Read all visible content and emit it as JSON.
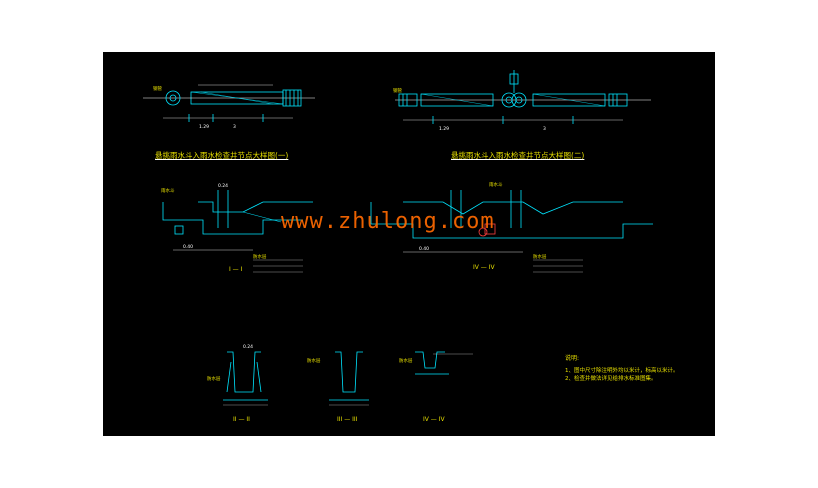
{
  "titles": {
    "plan_one": "悬挑雨水斗入雨水检查井节点大样图(一)",
    "plan_two": "悬挑雨水斗入雨水检查井节点大样图(二)"
  },
  "sections": {
    "s1": "I — I",
    "s2": "II — II",
    "s3": "III — III",
    "s4": "IV — IV"
  },
  "dimensions": {
    "d1": "0.24",
    "d2": "0.24",
    "d3": "1.29",
    "d4": "3",
    "d5": "0.40",
    "d6": "1.29",
    "d7": "3",
    "d8": "0.40"
  },
  "watermark": "www.zhulong.com",
  "notes": {
    "heading": "说明:",
    "line1": "1、图中尺寸除注明外均以米计，标高以米计。",
    "line2": "2、检查井做法详见给排水标准图集。"
  },
  "colors": {
    "background": "#000000",
    "lines": "#00e5ff",
    "text": "#e8e000",
    "accent": "#ff4040",
    "watermark": "#ff6a00"
  }
}
